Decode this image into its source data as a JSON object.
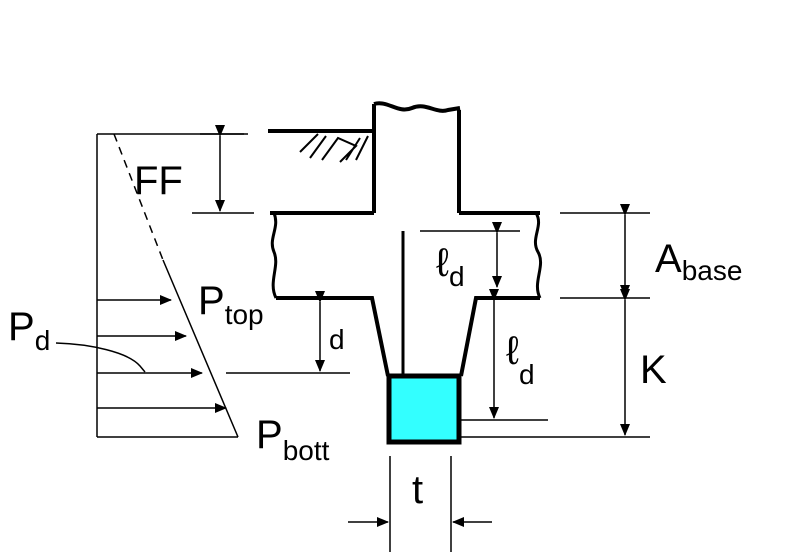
{
  "labels": {
    "ff": "FF",
    "a_base_main": "A",
    "a_base_sub": "base",
    "ld_upper_main": "ℓ",
    "ld_upper_sub": "d",
    "ld_lower_main": "ℓ",
    "ld_lower_sub": "d",
    "p_top_main": "P",
    "p_top_sub": "top",
    "p_d_main": "P",
    "p_d_sub": "d",
    "d": "d",
    "k": "K",
    "p_bott_main": "P",
    "p_bott_sub": "bott",
    "t": "t"
  },
  "colors": {
    "line": "#000000",
    "embed_block": "#33ffff"
  }
}
